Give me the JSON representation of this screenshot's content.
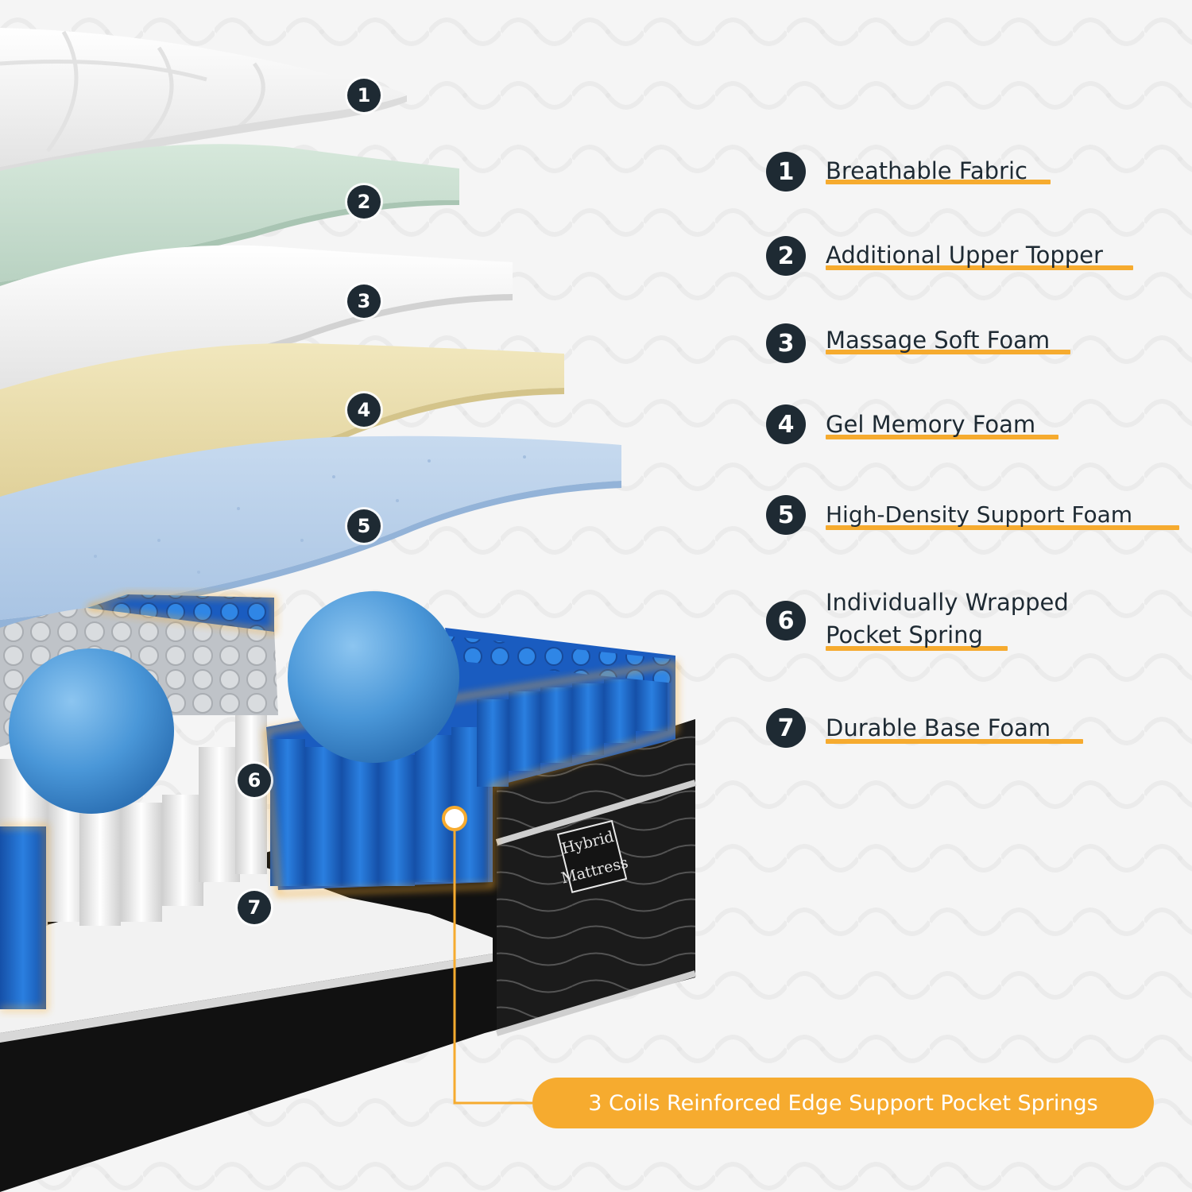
{
  "layers": [
    {
      "number": "1",
      "label": "Breathable Fabric"
    },
    {
      "number": "2",
      "label": "Additional Upper Topper"
    },
    {
      "number": "3",
      "label": "Massage Soft Foam"
    },
    {
      "number": "4",
      "label": "Gel Memory Foam"
    },
    {
      "number": "5",
      "label": "High-Density Support Foam"
    },
    {
      "number": "6",
      "label_line1": "Individually Wrapped",
      "label_line2": "Pocket Spring"
    },
    {
      "number": "7",
      "label": "Durable Base Foam"
    }
  ],
  "brand_tag": {
    "line1": "Hybrid",
    "line2": "Mattress"
  },
  "callout": "3 Coils Reinforced Edge Support Pocket Springs",
  "colors": {
    "accent": "#f6ab2f",
    "badge": "#1e2a33",
    "spring_blue": "#1f6fd1",
    "ball_blue": "#4a97d8",
    "cover_black": "#111111",
    "layer_green": "#cfe2d6",
    "layer_yellow": "#ece2b4",
    "layer_blue": "#bcd3ec",
    "background": "#f4f4f4"
  }
}
